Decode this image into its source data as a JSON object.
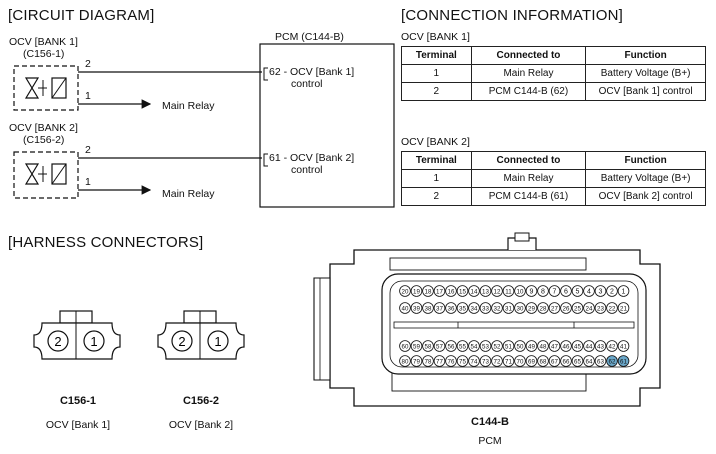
{
  "sections": {
    "circuit": "[CIRCUIT DIAGRAM]",
    "connection": "[CONNECTION INFORMATION]",
    "harness": "[HARNESS CONNECTORS]"
  },
  "circuit": {
    "ocv1_title": "OCV [BANK 1]",
    "ocv1_conn": "(C156-1)",
    "ocv2_title": "OCV [BANK 2]",
    "ocv2_conn": "(C156-2)",
    "pin2": "2",
    "pin1": "1",
    "main_relay": "Main Relay",
    "pcm_title": "PCM (C144-B)",
    "pcm_pin62": "62 - OCV [Bank 1]",
    "pcm_pin61": "61 - OCV [Bank 2]",
    "control": "control"
  },
  "connection": {
    "headers": [
      "Terminal",
      "Connected to",
      "Function"
    ],
    "bank1": {
      "title": "OCV [BANK 1]",
      "rows": [
        [
          "1",
          "Main Relay",
          "Battery Voltage (B+)"
        ],
        [
          "2",
          "PCM C144-B (62)",
          "OCV [Bank 1] control"
        ]
      ]
    },
    "bank2": {
      "title": "OCV [BANK 2]",
      "rows": [
        [
          "1",
          "Main Relay",
          "Battery Voltage (B+)"
        ],
        [
          "2",
          "PCM C144-B (61)",
          "OCV [Bank 2] control"
        ]
      ]
    }
  },
  "harness": {
    "c1": {
      "name": "C156-1",
      "desc": "OCV [Bank 1]",
      "pins": [
        "2",
        "1"
      ]
    },
    "c2": {
      "name": "C156-2",
      "desc": "OCV [Bank 2]",
      "pins": [
        "2",
        "1"
      ]
    },
    "pcm": {
      "name": "C144-B",
      "desc": "PCM",
      "row1": [
        "20",
        "19",
        "18",
        "17",
        "16",
        "15",
        "14",
        "13",
        "12",
        "11",
        "10",
        "9",
        "8",
        "7",
        "6",
        "5",
        "4",
        "3",
        "2",
        "1"
      ],
      "row2": [
        "40",
        "39",
        "38",
        "37",
        "36",
        "35",
        "34",
        "33",
        "32",
        "31",
        "30",
        "29",
        "28",
        "27",
        "26",
        "25",
        "24",
        "23",
        "22",
        "21"
      ],
      "row3": [
        "60",
        "59",
        "58",
        "57",
        "56",
        "55",
        "54",
        "53",
        "52",
        "51",
        "50",
        "49",
        "48",
        "47",
        "46",
        "45",
        "44",
        "43",
        "42",
        "41"
      ],
      "row4": [
        "80",
        "79",
        "78",
        "77",
        "76",
        "75",
        "74",
        "73",
        "72",
        "71",
        "70",
        "69",
        "68",
        "67",
        "66",
        "65",
        "64",
        "63",
        "62",
        "61"
      ],
      "highlighted": [
        "62",
        "61"
      ],
      "highlight_color": "#6aa7c9"
    }
  }
}
